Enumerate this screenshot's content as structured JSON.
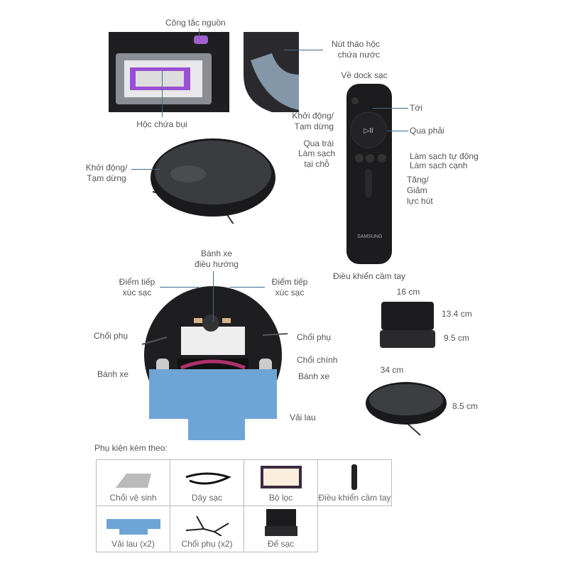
{
  "top": {
    "power_switch": "Công tắc nguồn",
    "water_tank_release": [
      "Nút tháo hộc",
      "chứa nước"
    ],
    "dust_bin": "Hộc chứa bụi",
    "start_pause": [
      "Khởi động/",
      "Tạm dừng"
    ]
  },
  "remote": {
    "dock": "Về dock sạc",
    "forward": "Tới",
    "start_pause": [
      "Khởi động/",
      "Tạm dừng"
    ],
    "right": "Qua phải",
    "left": "Qua trái",
    "spot": [
      "Làm sạch",
      "tại chỗ"
    ],
    "auto": "Làm sạch tự động",
    "edge": "Làm sạch cạnh",
    "suction": [
      "Tăng/",
      "Giảm",
      "lực hút"
    ],
    "caption": "Điều khiển cầm tay",
    "brand": "SAMSUNG"
  },
  "bottom": {
    "nav_wheel": [
      "Bánh xe",
      "điều hướng"
    ],
    "contact_left": [
      "Điểm tiếp",
      "xúc sạc"
    ],
    "contact_right": [
      "Điểm tiếp",
      "xúc sạc"
    ],
    "side_brush_left": "Chổi phụ",
    "side_brush_right": "Chổi phụ",
    "main_brush": "Chổi chính",
    "wheel_left": "Bánh xe",
    "wheel_right": "Bánh xe",
    "mop": "Vải lau"
  },
  "dims": {
    "dock_width": "16 cm",
    "dock_height": "13.4 cm",
    "dock_base": "9.5 cm",
    "robot_width": "34 cm",
    "robot_height": "8.5 cm"
  },
  "accessories": {
    "title": "Phụ kiện kèm theo:",
    "items": [
      "Chổi vệ sinh",
      "Dây sạc",
      "Bộ lọc",
      "Điều khiển cầm tay",
      "Vải lau (x2)",
      "Chổi phụ (x2)",
      "Đế sạc"
    ]
  }
}
